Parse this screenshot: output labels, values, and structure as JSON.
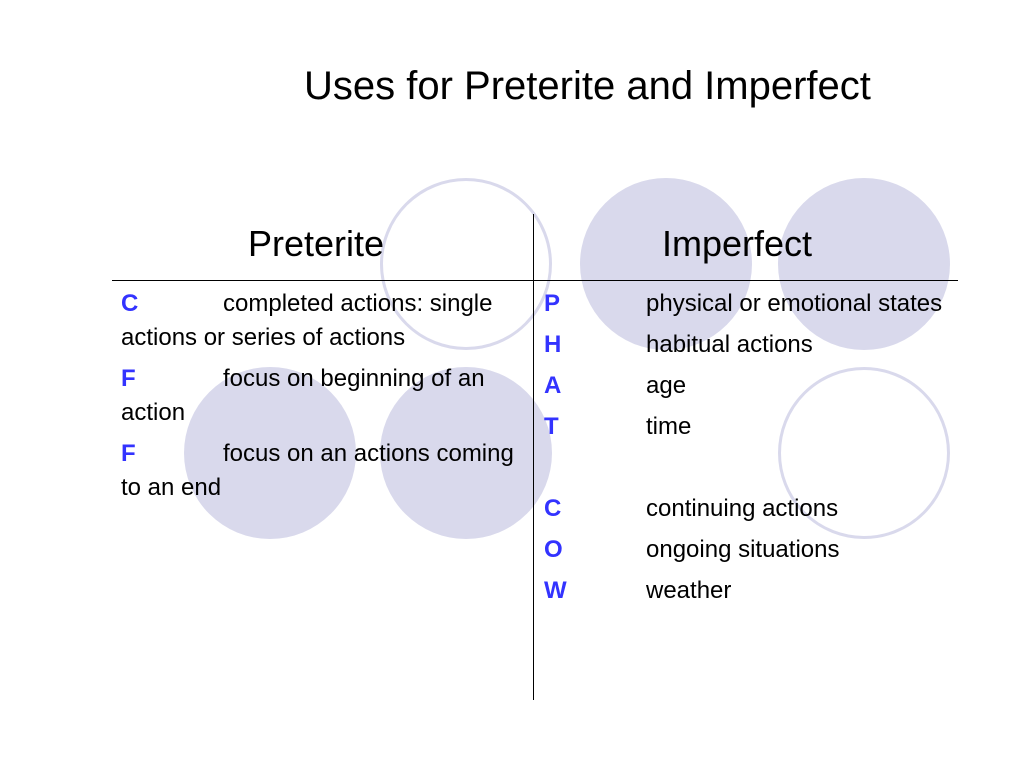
{
  "slide": {
    "title": "Uses for Preterite and Imperfect",
    "colors": {
      "letter": "#3333ff",
      "circle": "#d9d9ec",
      "text": "#000000"
    },
    "preterite": {
      "heading": "Preterite",
      "items": [
        {
          "letter": "C",
          "text": "completed actions: single actions or series of actions"
        },
        {
          "letter": "F",
          "text": "focus on beginning of an action"
        },
        {
          "letter": "F",
          "text": "focus on an actions coming to an end"
        }
      ]
    },
    "imperfect": {
      "heading": "Imperfect",
      "items": [
        {
          "letter": "P",
          "text": "physical or emotional states"
        },
        {
          "letter": "H",
          "text": "habitual actions"
        },
        {
          "letter": "A",
          "text": "age"
        },
        {
          "letter": "T",
          "text": "time"
        },
        {
          "letter": "C",
          "text": "continuing actions"
        },
        {
          "letter": "O",
          "text": "ongoing situations"
        },
        {
          "letter": "W",
          "text": "weather"
        }
      ]
    }
  }
}
